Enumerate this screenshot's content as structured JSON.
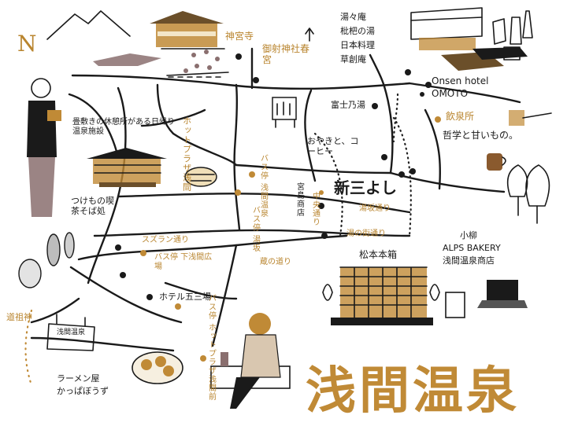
{
  "map": {
    "title": "浅間温泉",
    "north": "N",
    "colors": {
      "ink": "#1a1a1a",
      "gold": "#c08a36",
      "brown": "#8a6f6f",
      "beige": "#d9c7b0"
    },
    "places": {
      "jingu_ji": "神宮寺",
      "gokoku_jinja": "御射神社春宮",
      "yunoiori": "湯々庵",
      "biwa_no_yu": "枇杷の湯",
      "nihon_ryori": "日本料理",
      "soan": "草創庵",
      "onsen_hotel": "Onsen hotel OMOTO",
      "inzensho": "飲泉所",
      "tetsugaku": "哲学と甘いもの。",
      "fujinoyu": "富士乃湯",
      "oyakito": "おやきと、コーヒー",
      "shin_miyoshi": "新三よし",
      "tatami_facility": "畳敷きの休憩所がある日帰り温泉施設",
      "hot_plaza": "ホットプラザ浅間",
      "bus_asama_onsen": "バス停 浅間温泉",
      "bus_yugake": "バス停 湯坂",
      "miyajima_shoten": "宮島商店",
      "chuo_dori": "中央通り",
      "yusaka_dori": "湯坂通り",
      "yu_no_machi_dori": "湯の街通り",
      "tsukemono_cafe": "つけもの喫茶そば処",
      "suzuran_dori": "スズラン通り",
      "bus_shimoasama": "バス停 下浅間広場",
      "kura_no_dori": "蔵の道り",
      "hotel_gogura": "ホテル五三場",
      "bus_hot_plaza": "バス停 ホットプラザ浅間前",
      "matsumoto_hako": "松本本箱",
      "koyanagi": "小柳",
      "alps_bakery": "ALPS BAKERY",
      "alps_shop": "浅間温泉商店",
      "dosojin": "道祖神",
      "ramen": "ラーメン屋",
      "ramen_name": "かっぱぼうず",
      "sign": "浅間温泉"
    }
  }
}
